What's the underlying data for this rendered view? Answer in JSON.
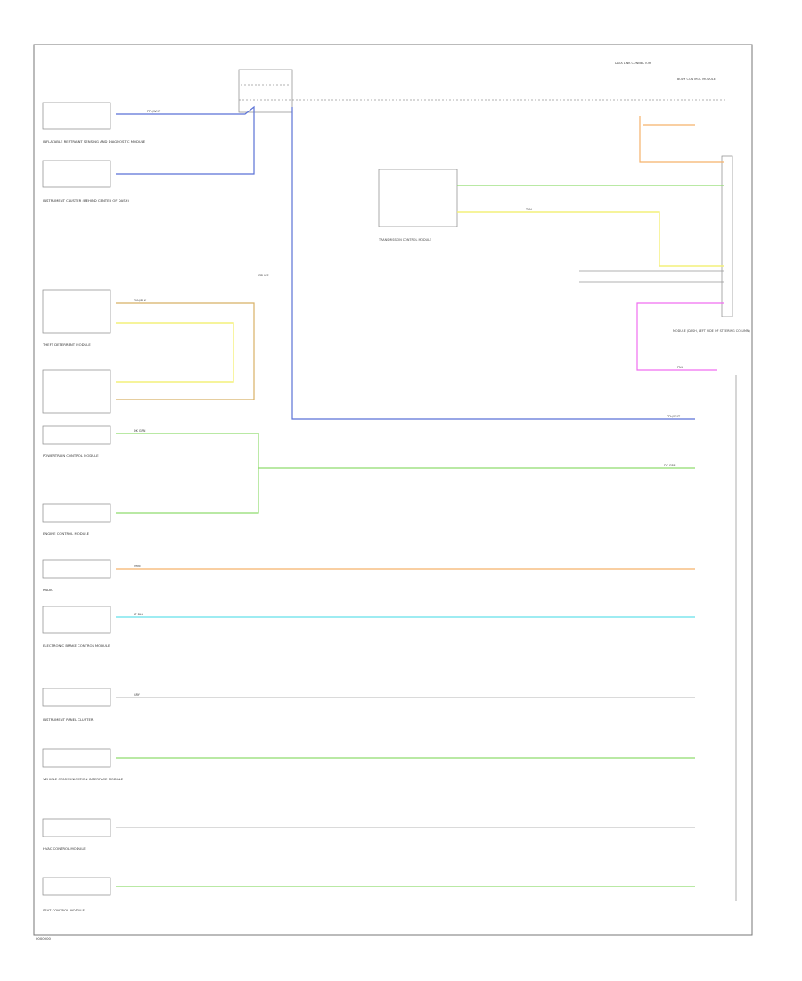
{
  "diagram_code": "0000000",
  "colors": {
    "blue": "#5b72d6",
    "green": "#8fdc6e",
    "orange": "#f5b26b",
    "yellow": "#f4f07a",
    "tan": "#d8b066",
    "cyan": "#7ee6ee",
    "magenta": "#f06ef0",
    "gray": "#b5b5b5"
  },
  "top_labels": {
    "junction": "DATA LINK CONNECTOR",
    "splice": "SPLICE",
    "right_module": "BODY CONTROL MODULE",
    "right_bottom": "MODULE (DASH, LEFT SIDE OF STEERING COLUMN)",
    "transmission": "TRANSMISSION CONTROL MODULE"
  },
  "wire_labels": {
    "blue": "PPL/WHT",
    "green": "DK GRN",
    "orange": "ORN",
    "yellow": "TAN",
    "tan": "TAN/BLK",
    "cyan": "LT BLU",
    "magenta": "PNK",
    "gray": "GRY"
  },
  "left_captions": [
    "INFLATABLE RESTRAINT SENSING AND DIAGNOSTIC MODULE",
    "INSTRUMENT CLUSTER (BEHIND CENTER OF DASH)",
    "THEFT DETERRENT MODULE",
    "POWERTRAIN CONTROL MODULE",
    "ENGINE CONTROL MODULE",
    "RADIO",
    "ELECTRONIC BRAKE CONTROL MODULE",
    "INSTRUMENT PANEL CLUSTER",
    "VEHICLE COMMUNICATION INTERFACE MODULE",
    "HVAC CONTROL MODULE",
    "SEAT CONTROL MODULE"
  ]
}
